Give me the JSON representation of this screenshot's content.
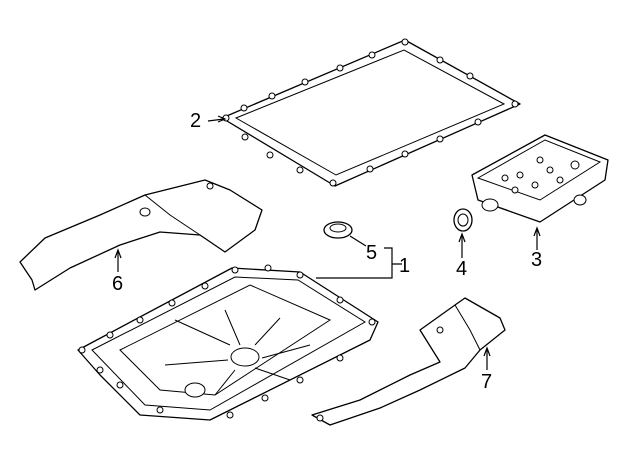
{
  "diagram": {
    "callouts": [
      {
        "number": "1",
        "part": "oil-pan"
      },
      {
        "number": "2",
        "part": "pan-gasket"
      },
      {
        "number": "3",
        "part": "filter"
      },
      {
        "number": "4",
        "part": "seal"
      },
      {
        "number": "5",
        "part": "drain-plug"
      },
      {
        "number": "6",
        "part": "shield-left"
      },
      {
        "number": "7",
        "part": "shield-right"
      }
    ]
  }
}
